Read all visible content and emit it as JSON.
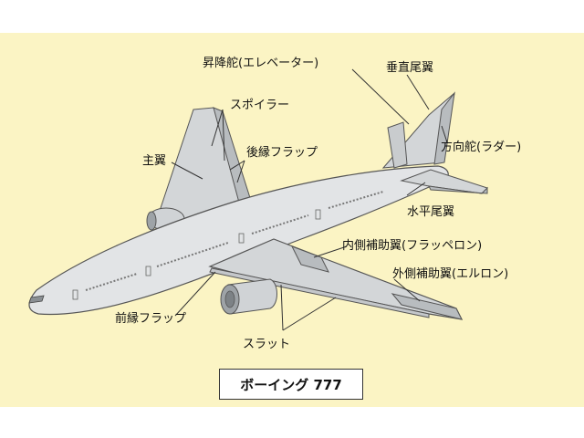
{
  "labels": {
    "elevator": "昇降舵(エレベーター)",
    "vertical_stabilizer": "垂直尾翼",
    "spoiler": "スポイラー",
    "main_wing": "主翼",
    "trailing_edge_flap": "後縁フラップ",
    "rudder": "方向舵(ラダー)",
    "horizontal_stabilizer": "水平尾翼",
    "inboard_aileron": "内側補助翼(フラッペロン)",
    "outboard_aileron": "外側補助翼(エルロン)",
    "leading_edge_flap": "前縁フラップ",
    "slat": "スラット"
  },
  "caption": "ボーイング 777",
  "colors": {
    "background": "#fbf4c4",
    "fuselage": "#e2e4e6",
    "wing": "#d3d6d8",
    "control_surface": "#b8bcbf",
    "outline": "#555555"
  }
}
